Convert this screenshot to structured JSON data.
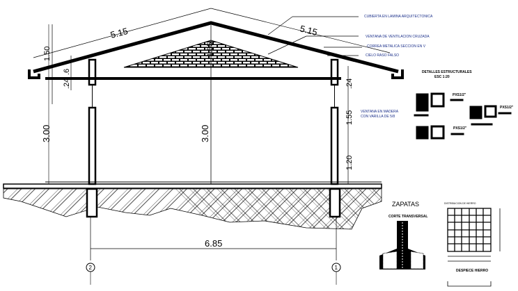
{
  "labels": {
    "roof": "CUBIERTA EN LAMINA ARQUITECTONICA",
    "vent": "VENTANA DE VENTILACION CRUZADA",
    "purlin": "CORREA METALICA SECCION EN V",
    "ceiling": "CIELO RASO FALSO",
    "window_1": "VENTANA EN MADERA",
    "window_2": "CON VARILLA DE 5/8",
    "details_title": "DETALLES ESTRUCTURALES",
    "details_scale": "ESC 1:20",
    "rebar_a": "PXS1/2\"",
    "rebar_b": "PXS1/2\"",
    "rebar_c": "PXS1/2\"",
    "footings_title": "ZAPATAS",
    "section": "CORTE TRANSVERSAL",
    "rebar_dist": "DISTRIBUCION DE HIERRO",
    "rebar_cut": "DESPIECE HIERRO"
  },
  "dimensions": {
    "slope_left": "5.15",
    "slope_right": "5.15",
    "eave_height": "1.50",
    "gable_height": "1.55",
    "small_left_a": ".6",
    "small_left_b": ".24",
    "small_right": ".24",
    "height_left": "3.00",
    "height_center": "3.00",
    "window_height": "1.55",
    "sill_height": "1.20",
    "span": "6.85"
  },
  "axes": {
    "left": "2",
    "right": "1"
  },
  "colors": {
    "line": "#000000",
    "annotation": "#1a2f8a"
  }
}
